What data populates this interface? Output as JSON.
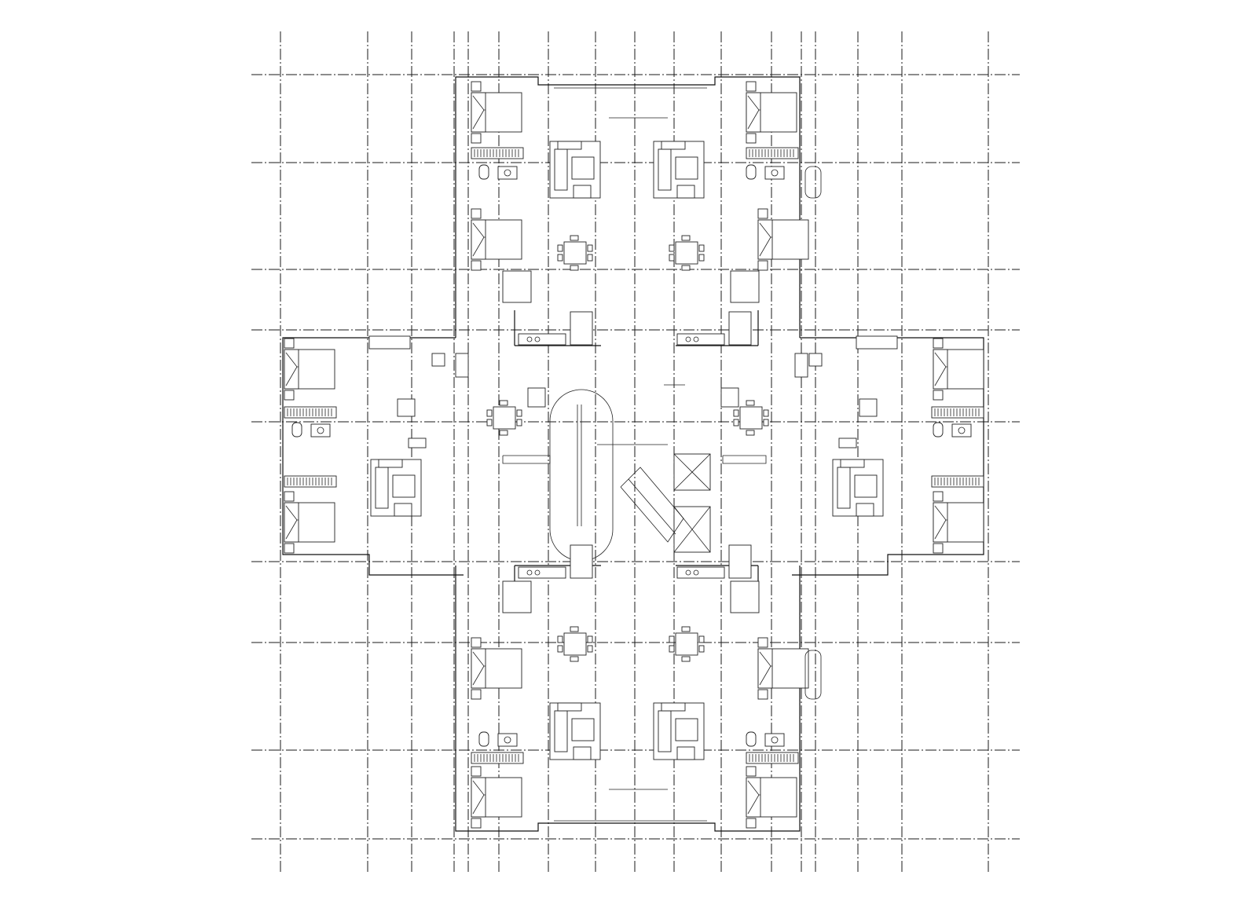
{
  "drawing": {
    "type": "architectural-floor-plan",
    "layout": "cruciform-tower",
    "units_per_floor": 8,
    "core": [
      "elevator",
      "elevator",
      "stair",
      "oval-atrium"
    ],
    "line_color": "#1a1a1a",
    "background_color": "#ffffff"
  },
  "icons": {
    "bed": "bed-icon",
    "sofa": "sofa-icon",
    "dining_table": "dining-table-icon",
    "toilet": "toilet-icon",
    "sink": "sink-icon",
    "stove": "stove-icon",
    "wardrobe": "wardrobe-icon",
    "elevator": "elevator-icon"
  }
}
